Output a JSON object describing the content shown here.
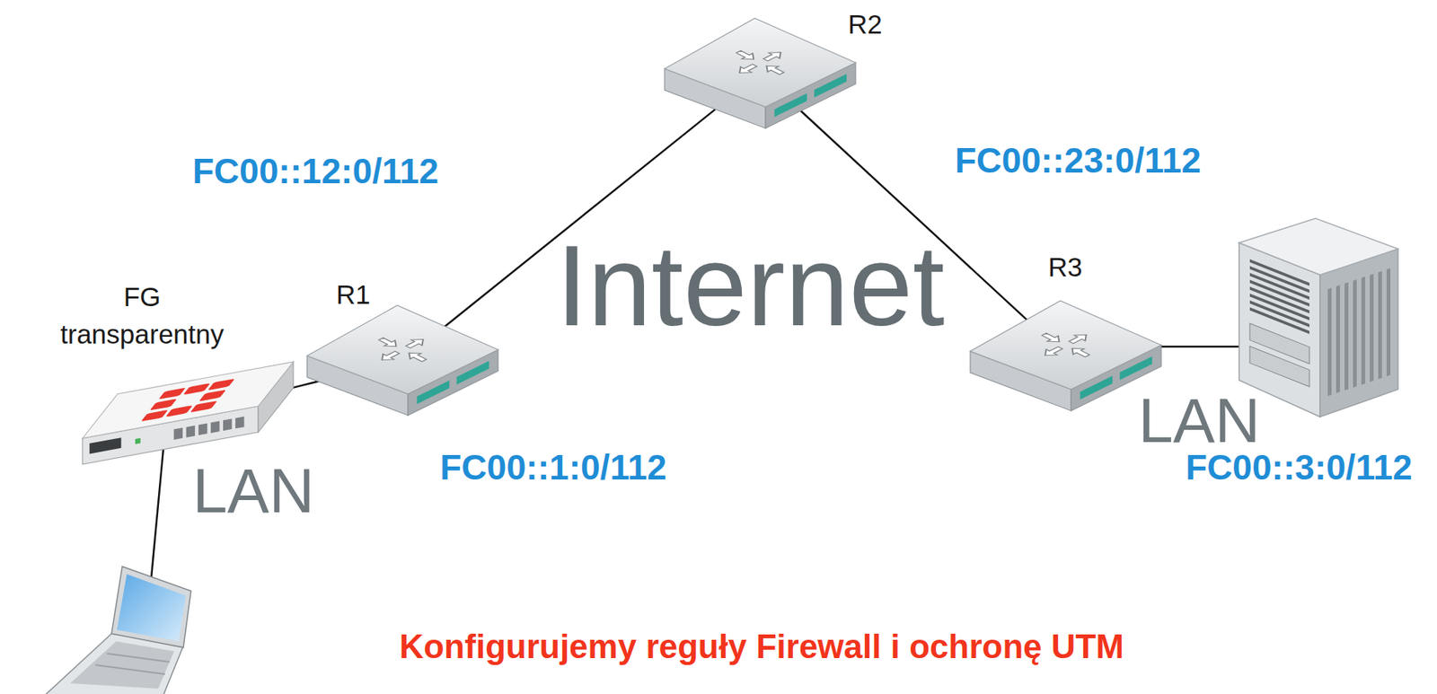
{
  "diagram": {
    "caption": "Konfigurujemy reguły Firewall i ochronę UTM",
    "nodes": [
      {
        "text": [
          "Internet"
        ]
      },
      {
        "text": [
          "R2"
        ]
      },
      {
        "text": [
          "R1"
        ]
      },
      {
        "text": [
          "R3"
        ]
      },
      {
        "text": [
          "FG transparentny"
        ]
      },
      {
        "text": [
          "LAN"
        ]
      },
      {
        "text": [
          "LAN"
        ]
      }
    ],
    "edges": [
      {
        "from": 2,
        "to": 1,
        "arrow": "none"
      },
      {
        "from": 1,
        "to": 3,
        "arrow": "none"
      },
      {
        "from": 4,
        "to": 2,
        "arrow": "none"
      }
    ],
    "labels": [
      "FC00::12:0/112",
      "FC00::23:0/112",
      "FC00::1:0/112",
      "FC00::3:0/112"
    ]
  }
}
